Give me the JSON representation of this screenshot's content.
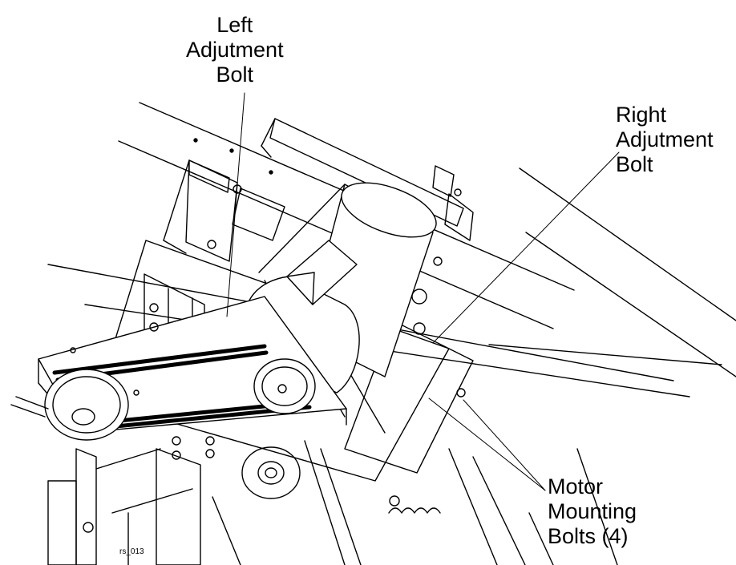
{
  "callouts": {
    "left_adjustment_bolt": [
      "Left",
      "Adjutment",
      "Bolt"
    ],
    "right_adjustment_bolt": [
      "Right",
      "Adjutment",
      "Bolt"
    ],
    "motor_mounting_bolts": [
      "Motor",
      "Mounting",
      "Bolts (4)"
    ]
  },
  "figure_id": "rs_013",
  "colors": {
    "ink": "#000000",
    "paper": "#ffffff"
  }
}
